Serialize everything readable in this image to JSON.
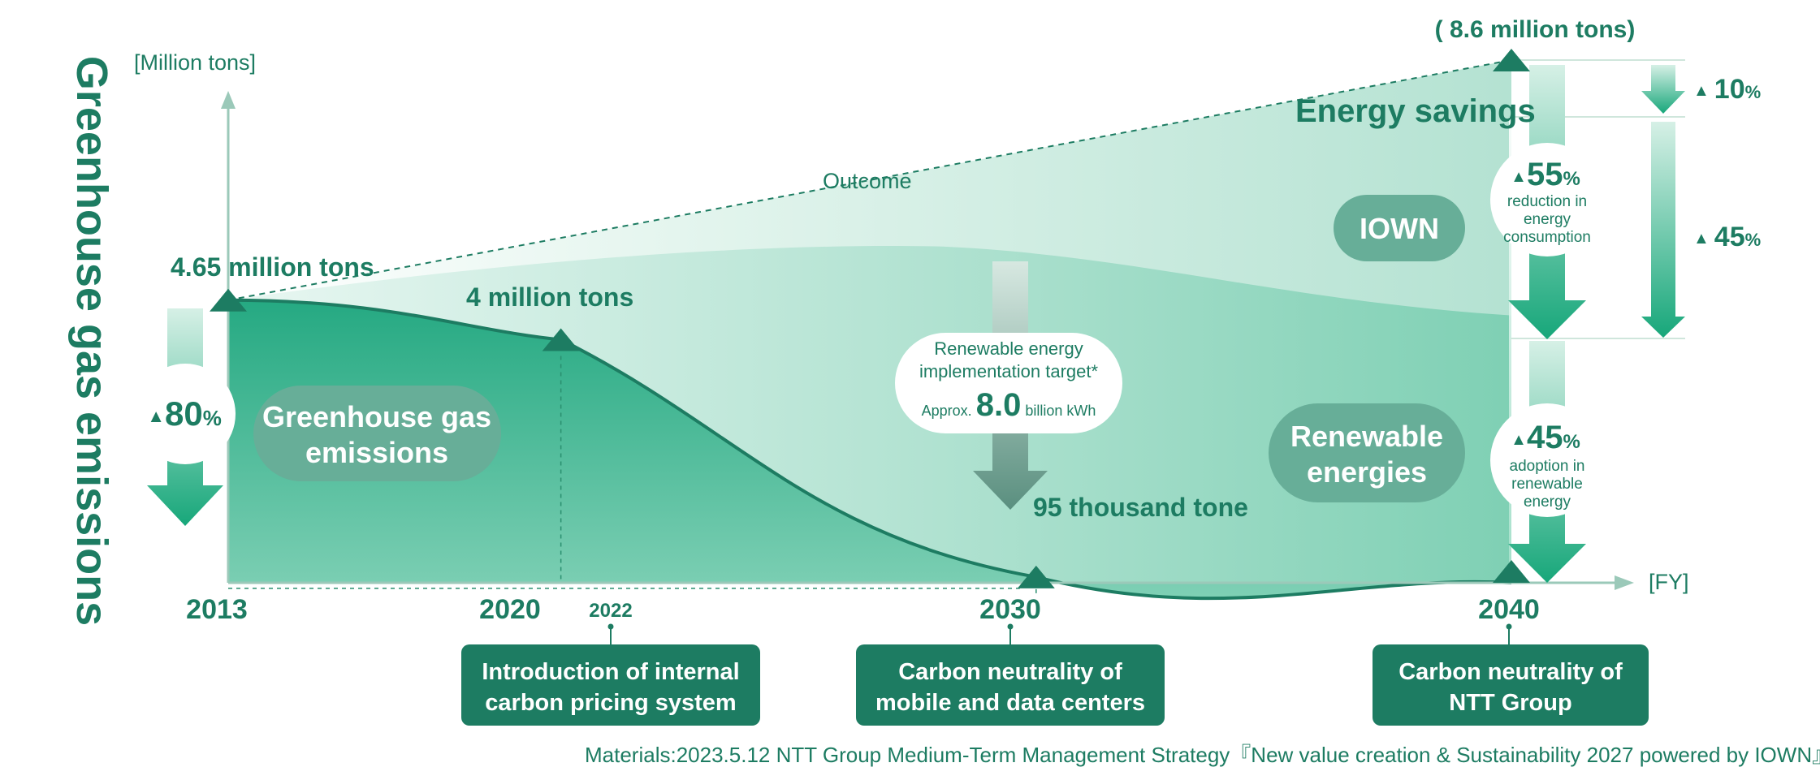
{
  "chart_data": {
    "type": "area",
    "title": "Greenhouse gas emissions",
    "y_unit": "[Million tons]",
    "x_unit": "[FY]",
    "x_ticks": [
      "2013",
      "2020",
      "2022",
      "2030",
      "2040"
    ],
    "series": [
      {
        "name": "Greenhouse gas emissions",
        "x": [
          2013,
          2020,
          2030,
          2040
        ],
        "y": [
          4.65,
          4.0,
          0.095,
          0
        ]
      },
      {
        "name": "Outcome",
        "x": [
          2013,
          2040
        ],
        "y": [
          4.65,
          8.6
        ]
      }
    ],
    "point_labels": {
      "p2013": "4.65 million tons",
      "p2020": "4 million tons",
      "p2030": "95 thousand tone",
      "p2040_top": "( 8.6 million tons)"
    },
    "outcome_label": "Outcome",
    "area_labels": {
      "ghg_line1": "Greenhouse gas",
      "ghg_line2": "emissions",
      "iown": "IOWN",
      "renew_line1": "Renewable",
      "renew_line2": "energies",
      "savings": "Energy savings"
    },
    "reduction_badge": {
      "value": "80",
      "unit": "%"
    },
    "renewable_target": {
      "line1": "Renewable energy",
      "line2": "implementation target*",
      "prefix": "Approx.",
      "value": "8.0",
      "suffix": "billion kWh"
    },
    "right_badges": {
      "iown": {
        "value": "55",
        "unit": "%",
        "line1": "reduction in",
        "line2": "energy",
        "line3": "consumption"
      },
      "renew": {
        "value": "45",
        "unit": "%",
        "line1": "adoption in",
        "line2": "renewable",
        "line3": "energy"
      }
    },
    "side_percents": [
      {
        "value": "10",
        "unit": "%"
      },
      {
        "value": "45",
        "unit": "%"
      }
    ],
    "milestones": [
      {
        "line1": "Introduction of internal",
        "line2": "carbon pricing system"
      },
      {
        "line1": "Carbon neutrality of",
        "line2": "mobile and data centers"
      },
      {
        "line1": "Carbon neutrality of",
        "line2": "NTT Group"
      }
    ],
    "colors": {
      "accent": "#1d7c62",
      "area_light": "#cdeee3",
      "area_mid": "#a3dcc8",
      "area_dark": "#2aa882",
      "label_bg": "#67ae98"
    }
  },
  "footnote": "Materials:2023.5.12 NTT Group Medium-Term Management Strategy『New value creation & Sustainability 2027 powered by IOWN』"
}
